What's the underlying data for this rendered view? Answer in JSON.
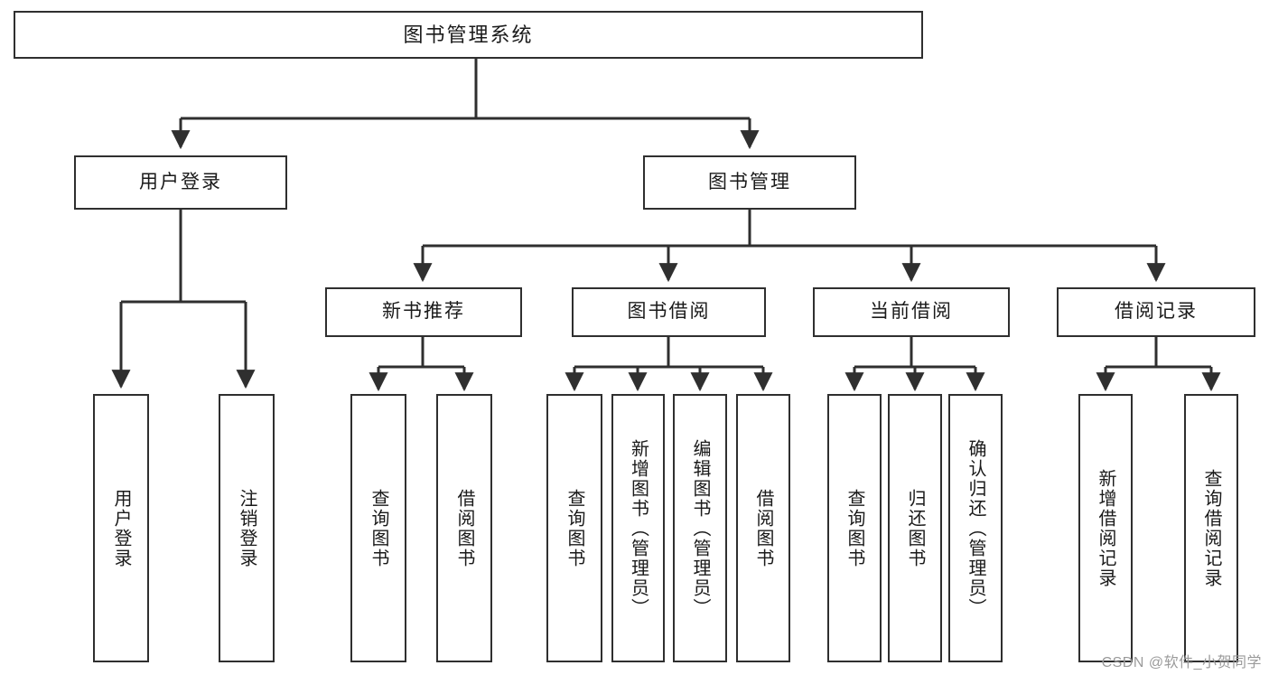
{
  "diagram": {
    "title": "图书管理系统",
    "type": "tree",
    "watermark": "CSDN @软件_小贺同学",
    "colors": {
      "box_border": "#2f2f2f",
      "box_fill": "#ffffff",
      "edge": "#2f2f2f",
      "background": "#ffffff",
      "watermark_text": "#9a9a9a"
    },
    "levels": {
      "root": {
        "label": "图书管理系统"
      },
      "level2": [
        {
          "label": "用户登录"
        },
        {
          "label": "图书管理"
        }
      ],
      "level3": [
        {
          "label": "新书推荐"
        },
        {
          "label": "图书借阅"
        },
        {
          "label": "当前借阅"
        },
        {
          "label": "借阅记录"
        }
      ],
      "leaves": [
        {
          "label": "用户登录",
          "parent": "用户登录"
        },
        {
          "label": "注销登录",
          "parent": "用户登录"
        },
        {
          "label": "查询图书",
          "parent": "新书推荐"
        },
        {
          "label": "借阅图书",
          "parent": "新书推荐"
        },
        {
          "label": "查询图书",
          "parent": "图书借阅"
        },
        {
          "label": "新增图书（管理员）",
          "parent": "图书借阅"
        },
        {
          "label": "编辑图书（管理员）",
          "parent": "图书借阅"
        },
        {
          "label": "借阅图书",
          "parent": "图书借阅"
        },
        {
          "label": "查询图书",
          "parent": "当前借阅"
        },
        {
          "label": "归还图书",
          "parent": "当前借阅"
        },
        {
          "label": "确认归还（管理员）",
          "parent": "当前借阅"
        },
        {
          "label": "新增借阅记录",
          "parent": "借阅记录"
        },
        {
          "label": "查询借阅记录",
          "parent": "借阅记录"
        }
      ]
    }
  }
}
